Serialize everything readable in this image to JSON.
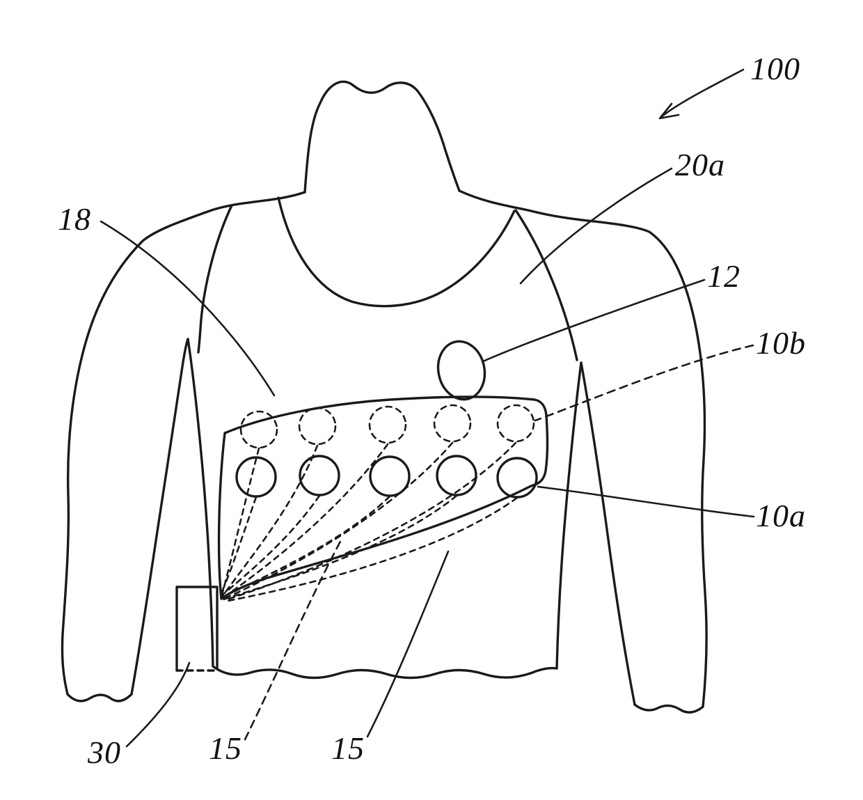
{
  "figure": {
    "kind": "patent-line-drawing",
    "description": "Wearable physiological monitoring garment (torso with tank top) having an electrode band with two rows of electrodes, an oval sensor, dashed lead wires converging to an electronics module at the hip",
    "background_color": "#ffffff",
    "stroke_color": "#1a1a1a",
    "label_color": "#111111"
  },
  "labels": {
    "ref100": "100",
    "ref20a": "20a",
    "ref12": "12",
    "ref10b": "10b",
    "ref10a": "10a",
    "ref18": "18",
    "ref30": "30",
    "ref15a": "15",
    "ref15b": "15"
  }
}
